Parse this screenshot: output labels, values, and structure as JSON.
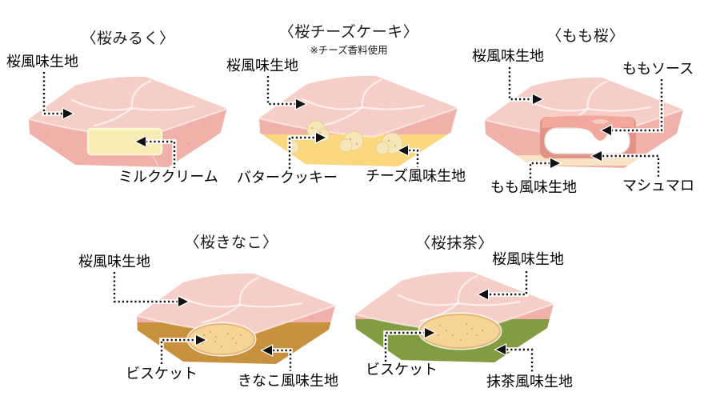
{
  "page": {
    "background": "#FFFFFF"
  },
  "panels": [
    {
      "id": "sakura-milk",
      "title": "〈桜みるく〉",
      "labels": {
        "coating": "桜風味生地",
        "filling": "ミルククリーム"
      }
    },
    {
      "id": "sakura-cheesecake",
      "title": "〈桜チーズケーキ〉",
      "note": "※チーズ香料使用",
      "labels": {
        "coating": "桜風味生地",
        "cookie": "バタークッキー",
        "base": "チーズ風味生地"
      }
    },
    {
      "id": "momo-sakura",
      "title": "〈もも桜〉",
      "labels": {
        "coating": "桜風味生地",
        "sauce": "ももソース",
        "base": "もも風味生地",
        "marshmallow": "マシュマロ"
      }
    },
    {
      "id": "sakura-kinako",
      "title": "〈桜きなこ〉",
      "labels": {
        "coating": "桜風味生地",
        "biscuit": "ビスケット",
        "base": "きなこ風味生地"
      }
    },
    {
      "id": "sakura-matcha",
      "title": "〈桜抹茶〉",
      "labels": {
        "coating": "桜風味生地",
        "biscuit": "ビスケット",
        "base": "抹茶風味生地"
      }
    }
  ],
  "colors": {
    "sakura_top": "#F6CEC8",
    "sakura_side": "#EFB1A9",
    "milk_cream": "#F7EDB2",
    "cheese_layer": "#FBD87D",
    "butter_cookie": "#F6E7BA",
    "momo_layer": "#FAE3C5",
    "momo_sauce": "#F2A89D",
    "marshmallow": "#FFFFFF",
    "kinako_layer": "#C8913E",
    "biscuit": "#F5D496",
    "matcha_layer": "#819C41",
    "arrow": "#111111"
  }
}
